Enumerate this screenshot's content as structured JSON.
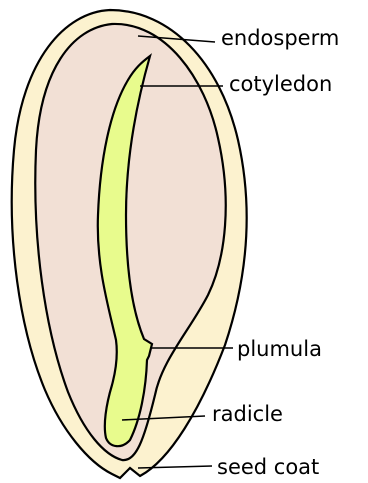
{
  "colors": {
    "seed_coat": "#fcf2cf",
    "endosperm": "#f2e0d5",
    "embryo": "#e8fb8d",
    "outline": "#000000"
  },
  "labels": {
    "endosperm": "endosperm",
    "cotyledon": "cotyledon",
    "plumula": "plumula",
    "radicle": "radicle",
    "seed_coat": "seed coat"
  }
}
